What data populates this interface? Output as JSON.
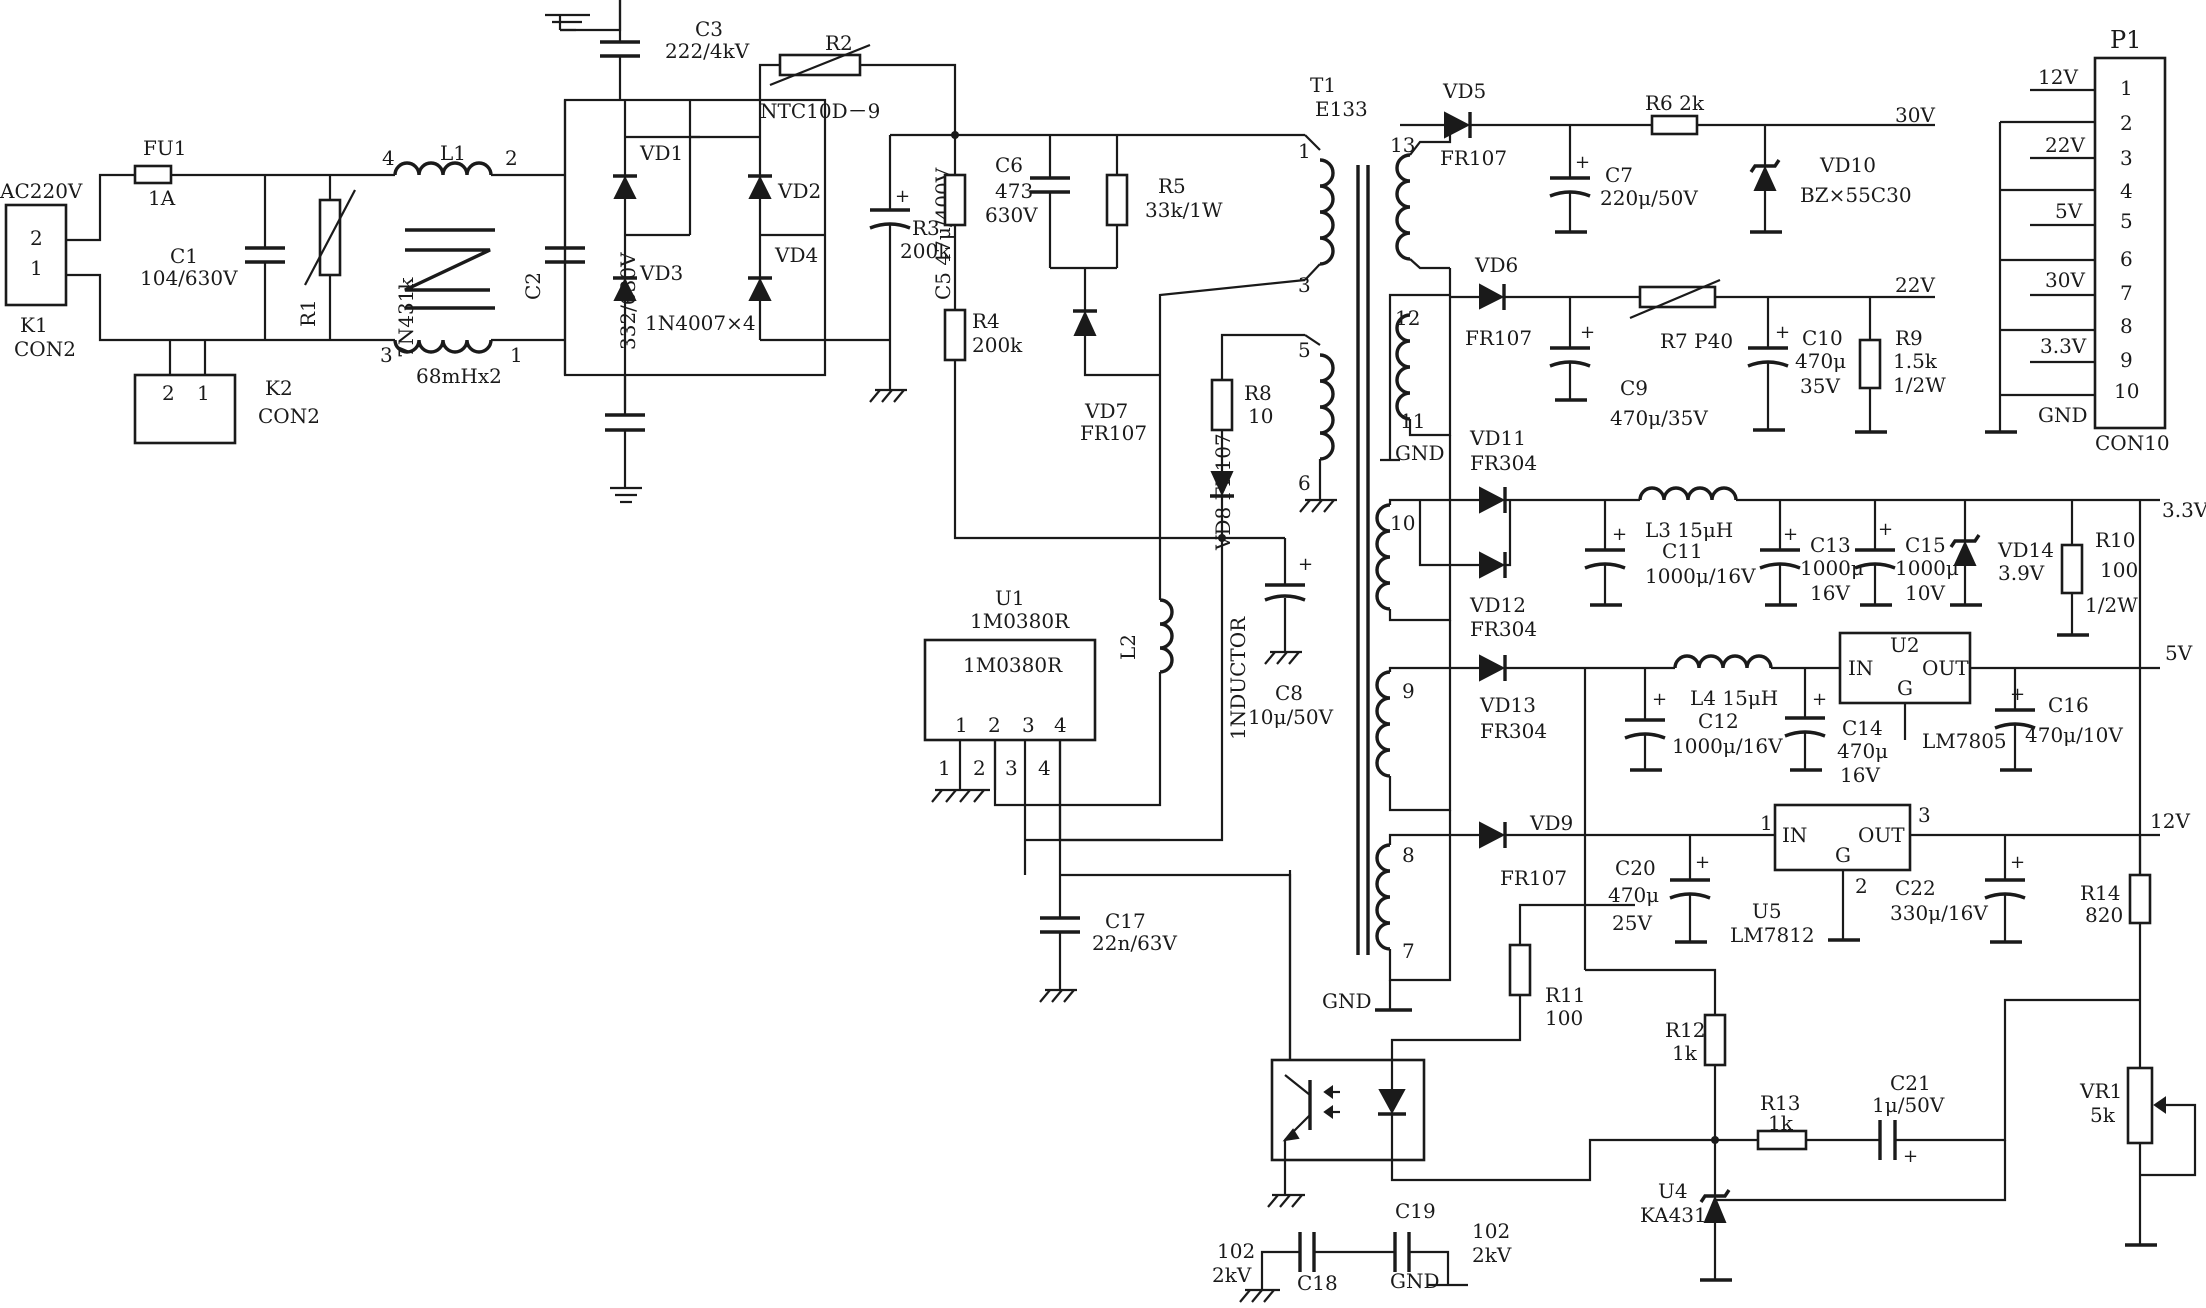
{
  "labels": {
    "ac220v": "AC220V",
    "k1_pin2": "2",
    "k1_pin1": "1",
    "k1": "K1",
    "k1_type": "CON2",
    "fu1": "FU1",
    "fu1_val": "1A",
    "c1": "C1",
    "c1_val": "104/630V",
    "r1": "R1",
    "r1_val": "7N431k",
    "k2_pin2": "2",
    "k2_pin1": "1",
    "k2": "K2",
    "k2_type": "CON2",
    "l1": "L1",
    "l1_pin4": "4",
    "l1_pin2": "2",
    "l1_pin3": "3",
    "l1_pin1": "1",
    "l1_val": "68mHx2",
    "c2": "C2",
    "c2_val": "332/630V",
    "c3": "C3",
    "c3_val": "222/4kV",
    "vd1": "VD1",
    "vd2": "VD2",
    "vd3": "VD3",
    "vd4": "VD4",
    "bridge_val": "1N4007×4",
    "r2": "R2",
    "r2_val": "NTC10D－9",
    "c5": "C5 47μ/400V",
    "r3": "R3",
    "r3_val": "200k",
    "r4": "R4",
    "r4_val": "200k",
    "c6": "C6",
    "c6_val1": "473",
    "c6_val2": "630V",
    "r5": "R5",
    "r5_val": "33k/1W",
    "vd7": "VD7",
    "vd7_val": "FR107",
    "r8": "R8",
    "r8_val": "10",
    "vd8": "VD8 FR107",
    "c8": "C8",
    "c8_val": "10μ/50V",
    "l2": "L2",
    "inductor": "1NDUCTOR",
    "u1": "U1",
    "u1_model": "1M0380R",
    "u1_chip": "1M0380R",
    "u1_p1": "1",
    "u1_p2": "2",
    "u1_p3": "3",
    "u1_p4": "4",
    "u1_q1": "1",
    "u1_q2": "2",
    "u1_q3": "3",
    "u1_q4": "4",
    "c17": "C17",
    "c17_val": "22n/63V",
    "t1": "T1",
    "t1_val": "E133",
    "t1_p1": "1",
    "t1_p3": "3",
    "t1_p5": "5",
    "t1_p6": "6",
    "t1_p13": "13",
    "t1_p12": "12",
    "t1_p11": "11",
    "t1_p10": "10",
    "t1_p9": "9",
    "t1_p8": "8",
    "t1_p7": "7",
    "gnd_t1": "GND",
    "gnd_bottom": "GND",
    "vd5": "VD5",
    "vd5_val": "FR107",
    "r6": "R6 2k",
    "out30v": "30V",
    "c7": "C7",
    "c7_val": "220μ/50V",
    "vd10": "VD10",
    "vd10_val": "BZ×55C30",
    "vd6": "VD6",
    "vd6_val": "FR107",
    "r7": "R7 P40",
    "out22v": "22V",
    "c9": "C9",
    "c9_val": "470μ/35V",
    "c10": "C10",
    "c10_val1": "470μ",
    "c10_val2": "35V",
    "r9": "R9",
    "r9_val1": "1.5k",
    "r9_val2": "1/2W",
    "vd11": "VD11",
    "vd11_val": "FR304",
    "vd12": "VD12",
    "vd12_val": "FR304",
    "l3": "L3 15μH",
    "c11": "C11",
    "c11_val": "1000μ/16V",
    "c13": "C13",
    "c13_val1": "1000μ",
    "c13_val2": "16V",
    "c15": "C15",
    "c15_val1": "1000μ",
    "c15_val2": "10V",
    "vd14": "VD14",
    "vd14_val": "3.9V",
    "r10": "R10",
    "r10_val1": "100",
    "r10_val2": "1/2W",
    "out33v": "3.3V",
    "vd13": "VD13",
    "vd13_val": "FR304",
    "l4": "L4 15μH",
    "c12": "C12",
    "c12_val": "1000μ/16V",
    "c14": "C14",
    "c14_val1": "470μ",
    "c14_val2": "16V",
    "u2": "U2",
    "u2_in": "IN",
    "u2_out": "OUT",
    "u2_g": "G",
    "u2_model": "LM7805",
    "c16": "C16",
    "c16_val": "470μ/10V",
    "out5v": "5V",
    "vd9": "VD9",
    "vd9_val": "FR107",
    "c20": "C20",
    "c20_val1": "470μ",
    "c20_val2": "25V",
    "u5": "U5",
    "u5_model": "LM7812",
    "u5_in": "IN",
    "u5_out": "OUT",
    "u5_g": "G",
    "u5_p1": "1",
    "u5_p2": "2",
    "u5_p3": "3",
    "c22": "C22",
    "c22_val": "330μ/16V",
    "out12v": "12V",
    "r14": "R14",
    "r14_val": "820",
    "r11": "R11",
    "r11_val": "100",
    "r12": "R12",
    "r12_val": "1k",
    "r13": "R13",
    "r13_val": "1k",
    "c21": "C21",
    "c21_val": "1μ/50V",
    "vr1": "VR1",
    "vr1_val": "5k",
    "u4": "U4",
    "u4_val": "KA431",
    "c18": "C18",
    "c18_val1": "102",
    "c18_val2": "2kV",
    "c19": "C19",
    "c19_val1": "102",
    "c19_val2": "2kV",
    "p1": "P1",
    "p1_type": "CON10",
    "p1_12v": "12V",
    "p1_22v": "22V",
    "p1_5v": "5V",
    "p1_30v": "30V",
    "p1_33v": "3.3V",
    "p1_gnd": "GND",
    "p1_pins": [
      "1",
      "2",
      "3",
      "4",
      "5",
      "6",
      "7",
      "8",
      "9",
      "10"
    ]
  }
}
